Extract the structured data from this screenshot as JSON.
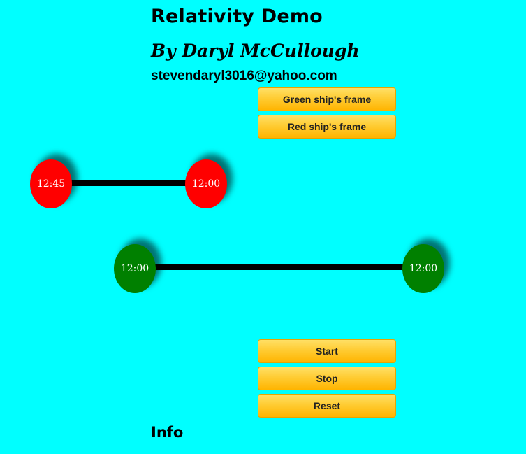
{
  "header": {
    "title": "Relativity Demo",
    "author": "By Daryl McCullough",
    "email": "stevendaryl3016@yahoo.com"
  },
  "frame_buttons": {
    "green": "Green ship's frame",
    "red": "Red ship's frame"
  },
  "red_ship": {
    "color": "#ff0000",
    "left_clock": "12:45",
    "right_clock": "12:00"
  },
  "green_ship": {
    "color": "#008000",
    "left_clock": "12:00",
    "right_clock": "12:00"
  },
  "controls": {
    "start": "Start",
    "stop": "Stop",
    "reset": "Reset"
  },
  "info": {
    "heading": "Info"
  },
  "colors": {
    "background": "#00ffff",
    "button": "#ffcc33",
    "rod": "#000000"
  }
}
